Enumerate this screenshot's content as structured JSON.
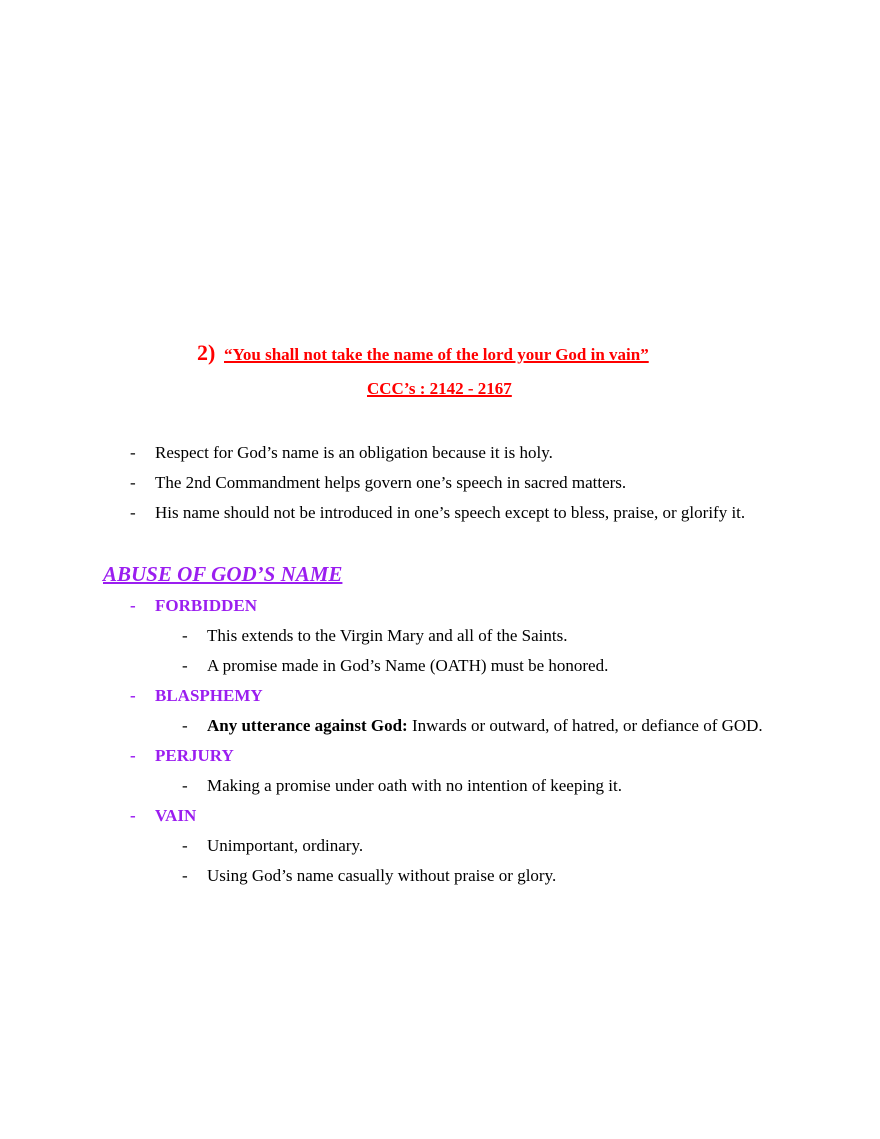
{
  "section": {
    "number": "2)",
    "title": "“You shall not take the name of the lord your God in vain”",
    "reference": "CCC’s : 2142 - 2167"
  },
  "intro_points": [
    "Respect for God’s name is an obligation because it is holy.",
    "The 2nd Commandment helps govern one’s speech in sacred matters.",
    "His name should not be introduced in one’s speech except to bless, praise, or glorify it."
  ],
  "abuse": {
    "heading": "ABUSE OF GOD’S NAME",
    "categories": [
      {
        "label": "FORBIDDEN",
        "points": [
          "This extends to the Virgin Mary and all of the Saints.",
          "A promise made in God’s Name (OATH) must be honored."
        ]
      },
      {
        "label": "BLASPHEMY",
        "points": [
          {
            "bold": "Any utterance against God:",
            "text": " Inwards or outward, of hatred, or defiance of GOD."
          }
        ]
      },
      {
        "label": "PERJURY",
        "points": [
          "Making a promise under oath with no intention of keeping it."
        ]
      },
      {
        "label": "VAIN",
        "points": [
          "Unimportant, ordinary.",
          "Using God’s name casually without praise or glory."
        ]
      }
    ]
  },
  "bullet": "-",
  "colors": {
    "title_red": "#ff0000",
    "heading_purple": "#9b1ef0",
    "body": "#000000"
  }
}
